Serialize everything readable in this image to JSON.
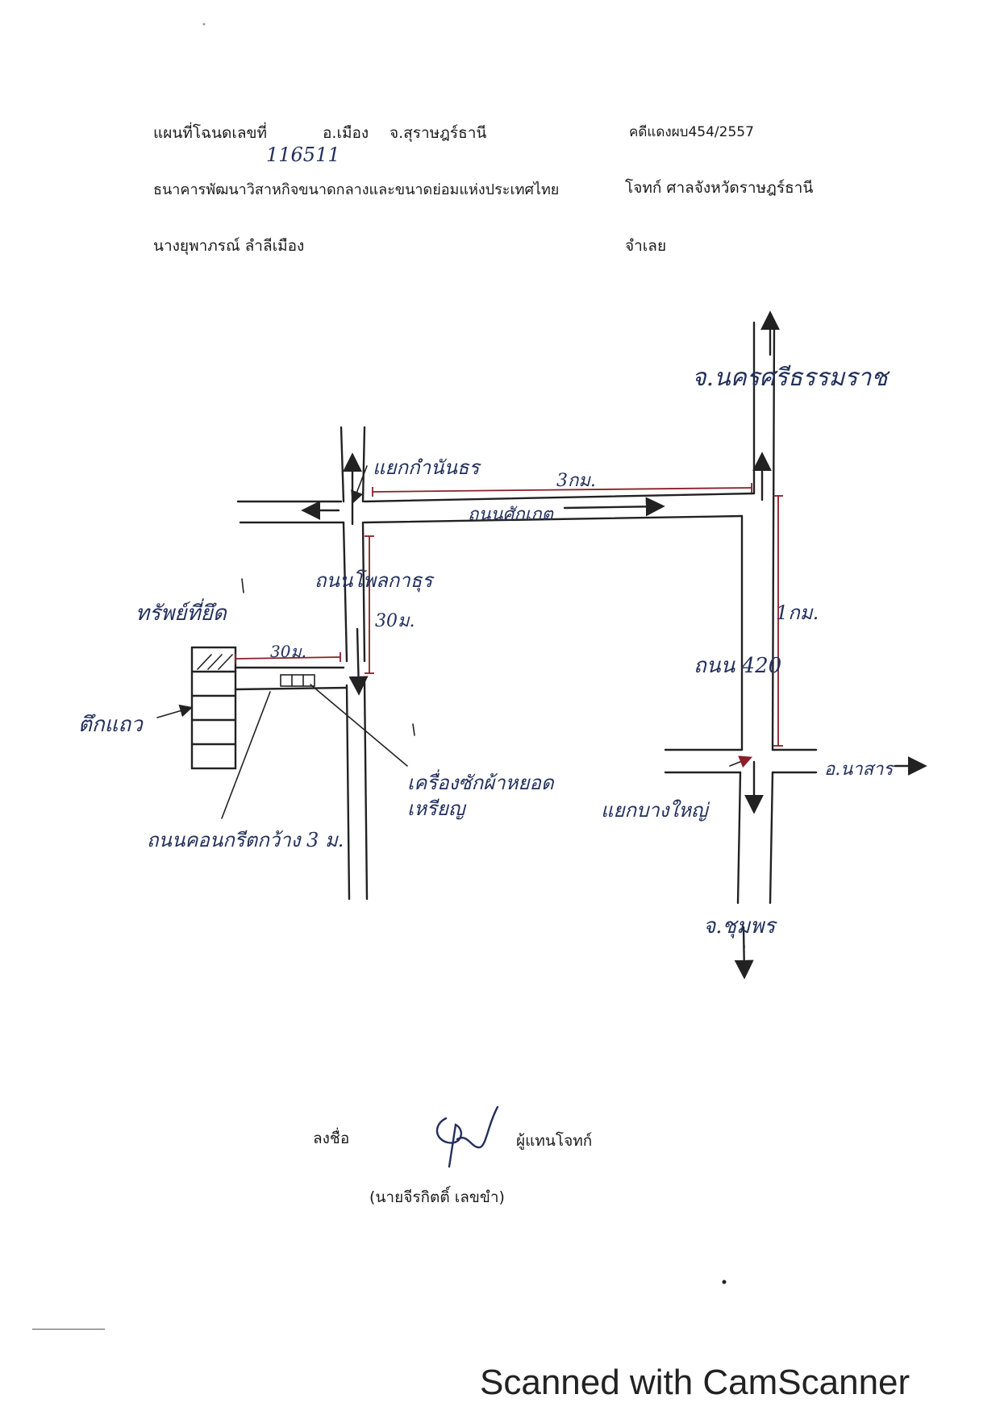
{
  "header": {
    "deed_label": "แผนที่โฉนดเลขที่",
    "deed_number": "116511",
    "district": "อ.เมือง",
    "province": "จ.สุราษฎร์ธานี",
    "case_no": "คดีแดงผบ454/2557",
    "plaintiff": "ธนาคารพัฒนาวิสาหกิจขนาดกลางและขนาดย่อมแห่งประเทศไทย",
    "plaintiff_role": "โจทก์ ศาลจังหวัดราษฎร์ธานี",
    "defendant": "นางยุพาภรณ์ ลำลีเมือง",
    "defendant_role": "จำเลย"
  },
  "map_labels": {
    "north_destination": "จ.นครศรีธรรมราช",
    "junction_top": "แยกกำนันธร",
    "distance_top": "3กม.",
    "road_top": "ถนนศักเกต",
    "road_left": "ถนนโพลกาธุร",
    "distance_left_vertical": "30ม.",
    "property": "ทรัพย์ที่ยึด",
    "distance_property": "30ม.",
    "shophouse": "ตึกแถว",
    "landmark": "เครื่องซักผ้าหยอดเหรียญ",
    "lane": "ถนนคอนกรีตกว้าง 3 ม.",
    "distance_right": "1กม.",
    "highway": "ถนน 420",
    "east_destination": "อ.นาสาร",
    "junction_bottom": "แยกบางใหญ่",
    "south_destination": "จ.ชุมพร"
  },
  "signature": {
    "sign_label": "ลงชื่อ",
    "role": "ผู้แทนโจทก์",
    "name": "(นายจีรกิตติ์ เลขขำ)"
  },
  "footer": {
    "brand": "Scanned with CamScanner"
  }
}
